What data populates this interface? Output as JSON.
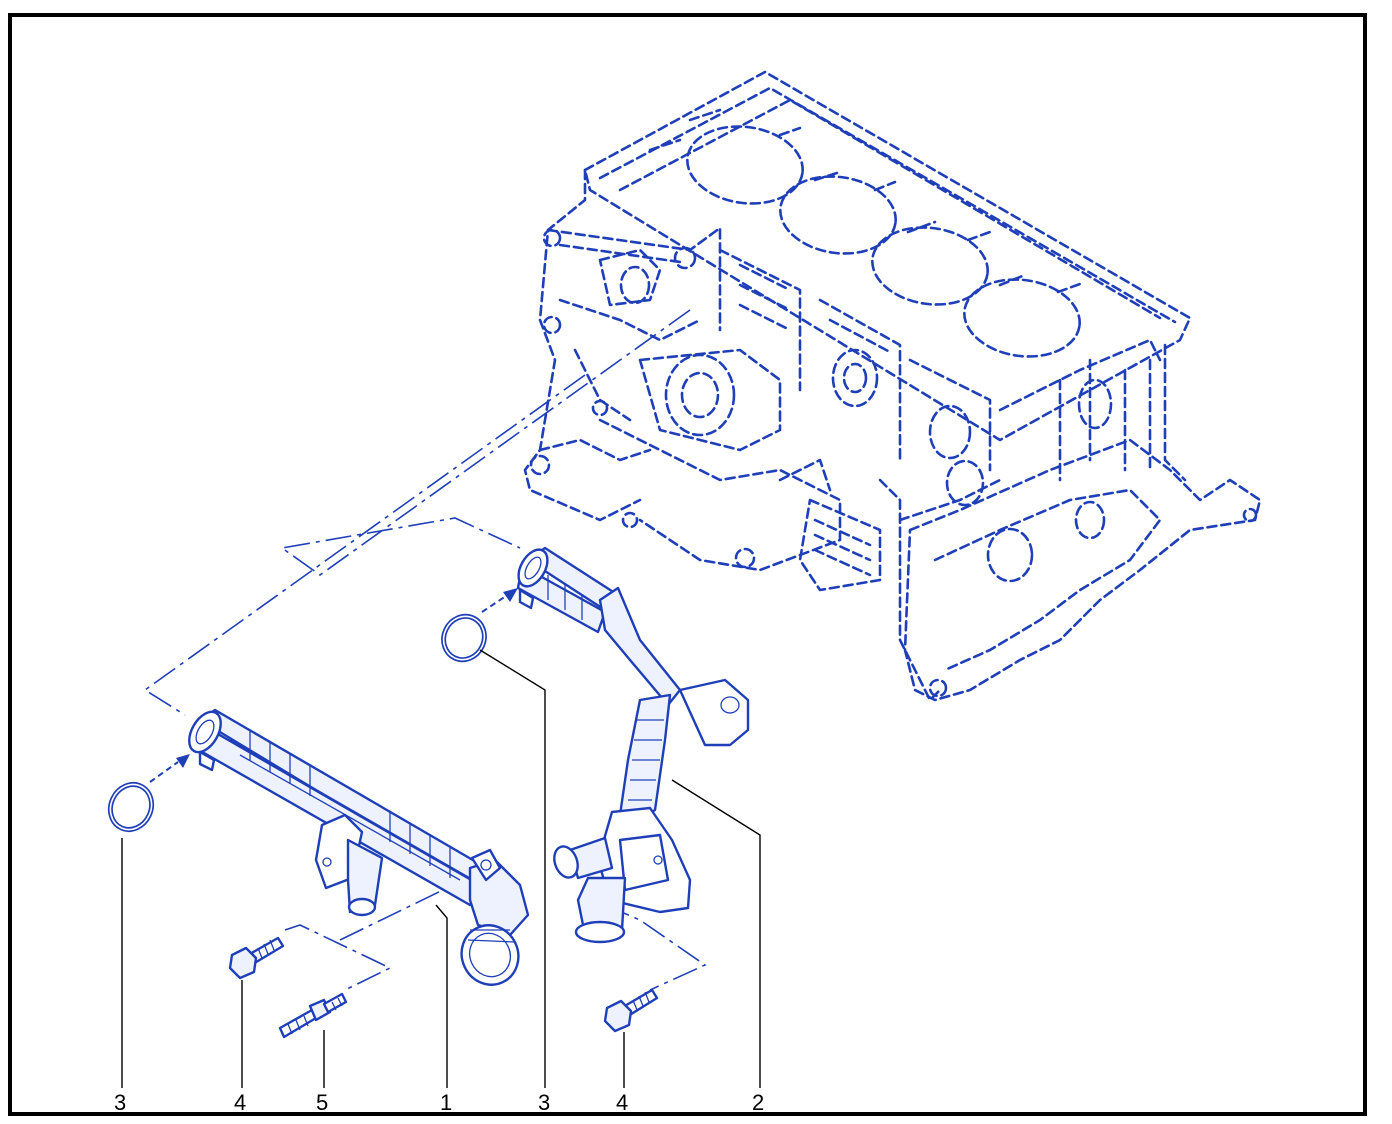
{
  "diagram": {
    "callouts": [
      {
        "id": "c1",
        "label": "1"
      },
      {
        "id": "c2",
        "label": "2"
      },
      {
        "id": "c3a",
        "label": "3"
      },
      {
        "id": "c3b",
        "label": "3"
      },
      {
        "id": "c4a",
        "label": "4"
      },
      {
        "id": "c4b",
        "label": "4"
      },
      {
        "id": "c5",
        "label": "5"
      }
    ],
    "colors": {
      "line_art": "#1f3fb8",
      "frame": "#000000",
      "background": "#ffffff"
    }
  }
}
